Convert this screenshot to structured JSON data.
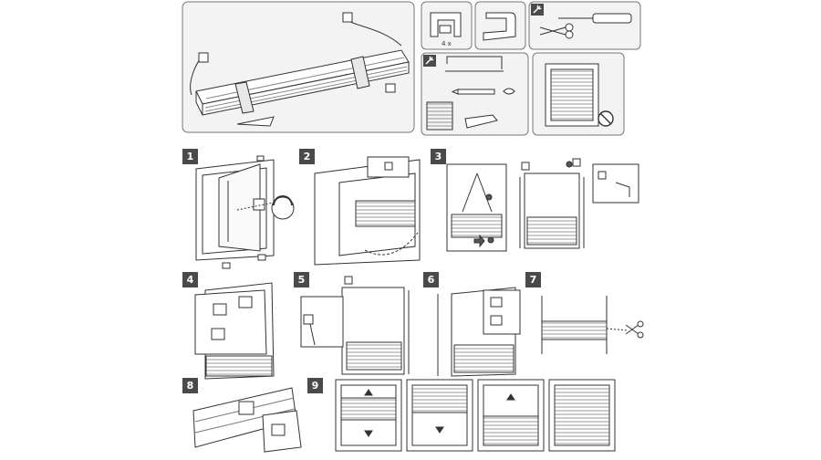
{
  "steps": [
    "1",
    "2",
    "3",
    "4",
    "5",
    "6",
    "7",
    "8",
    "9"
  ],
  "parts": {
    "bracket_qty": "4 x",
    "tools_label": "tools",
    "optional_tools_label": "tools-optional"
  },
  "icons": {
    "wrench_icon": "wrench-icon",
    "no_drill_icon": "no-drill-icon"
  },
  "colors": {
    "stroke": "#333333",
    "badge": "#4a4a4a",
    "panel_fill": "#f2f2f2",
    "panel_border": "#777777"
  }
}
